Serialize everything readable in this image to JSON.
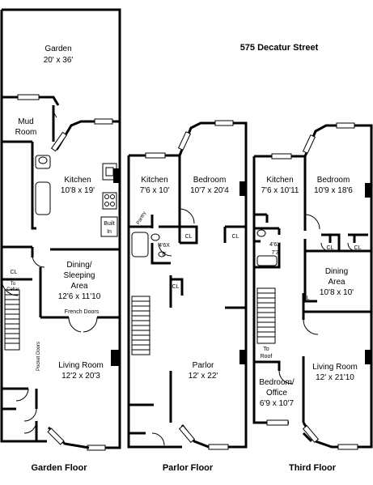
{
  "address": "575 Decatur Street",
  "floors": {
    "garden": "Garden Floor",
    "parlor": "Parlor Floor",
    "third": "Third Floor"
  },
  "garden_rooms": {
    "garden_name": "Garden",
    "garden_dim": "20' x 36'",
    "mud_room_1": "Mud",
    "mud_room_2": "Room",
    "kitchen_name": "Kitchen",
    "kitchen_dim": "10'8 x 19'",
    "built_in_1": "Built",
    "built_in_2": "In",
    "cl": "CL",
    "to_cellar_1": "To",
    "to_cellar_2": "Cellar",
    "dining_1": "Dining/",
    "dining_2": "Sleeping",
    "dining_3": "Area",
    "dining_dim": "12'6 x 11'10",
    "french_doors": "French Doors",
    "pocket_doors": "Pocket Doors",
    "living_name": "Living Room",
    "living_dim": "12'2 x 20'3"
  },
  "parlor_rooms": {
    "kitchen_name": "Kitchen",
    "kitchen_dim": "7'6 x 10'",
    "bedroom_name": "Bedroom",
    "bedroom_dim": "10'7 x 20'4",
    "pantry": "Pantry",
    "bath_1": "4'6X",
    "bath_2": "6'",
    "cl": "CL",
    "parlor_name": "Parlor",
    "parlor_dim": "12' x 22'"
  },
  "third_rooms": {
    "kitchen_name": "Kitchen",
    "kitchen_dim": "7'6 x 10'11",
    "bedroom_name": "Bedroom",
    "bedroom_dim": "10'9 x 18'6",
    "bath_1": "4'6X",
    "bath_2": "7'3",
    "cl": "CL",
    "dining_1": "Dining",
    "dining_2": "Area",
    "dining_dim": "10'8 x 10'",
    "to_roof_1": "To",
    "to_roof_2": "Roof",
    "office_1": "Bedroom/",
    "office_2": "Office",
    "office_dim": "6'9 x 10'7",
    "living_name": "Living Room",
    "living_dim": "12' x 21'10"
  }
}
